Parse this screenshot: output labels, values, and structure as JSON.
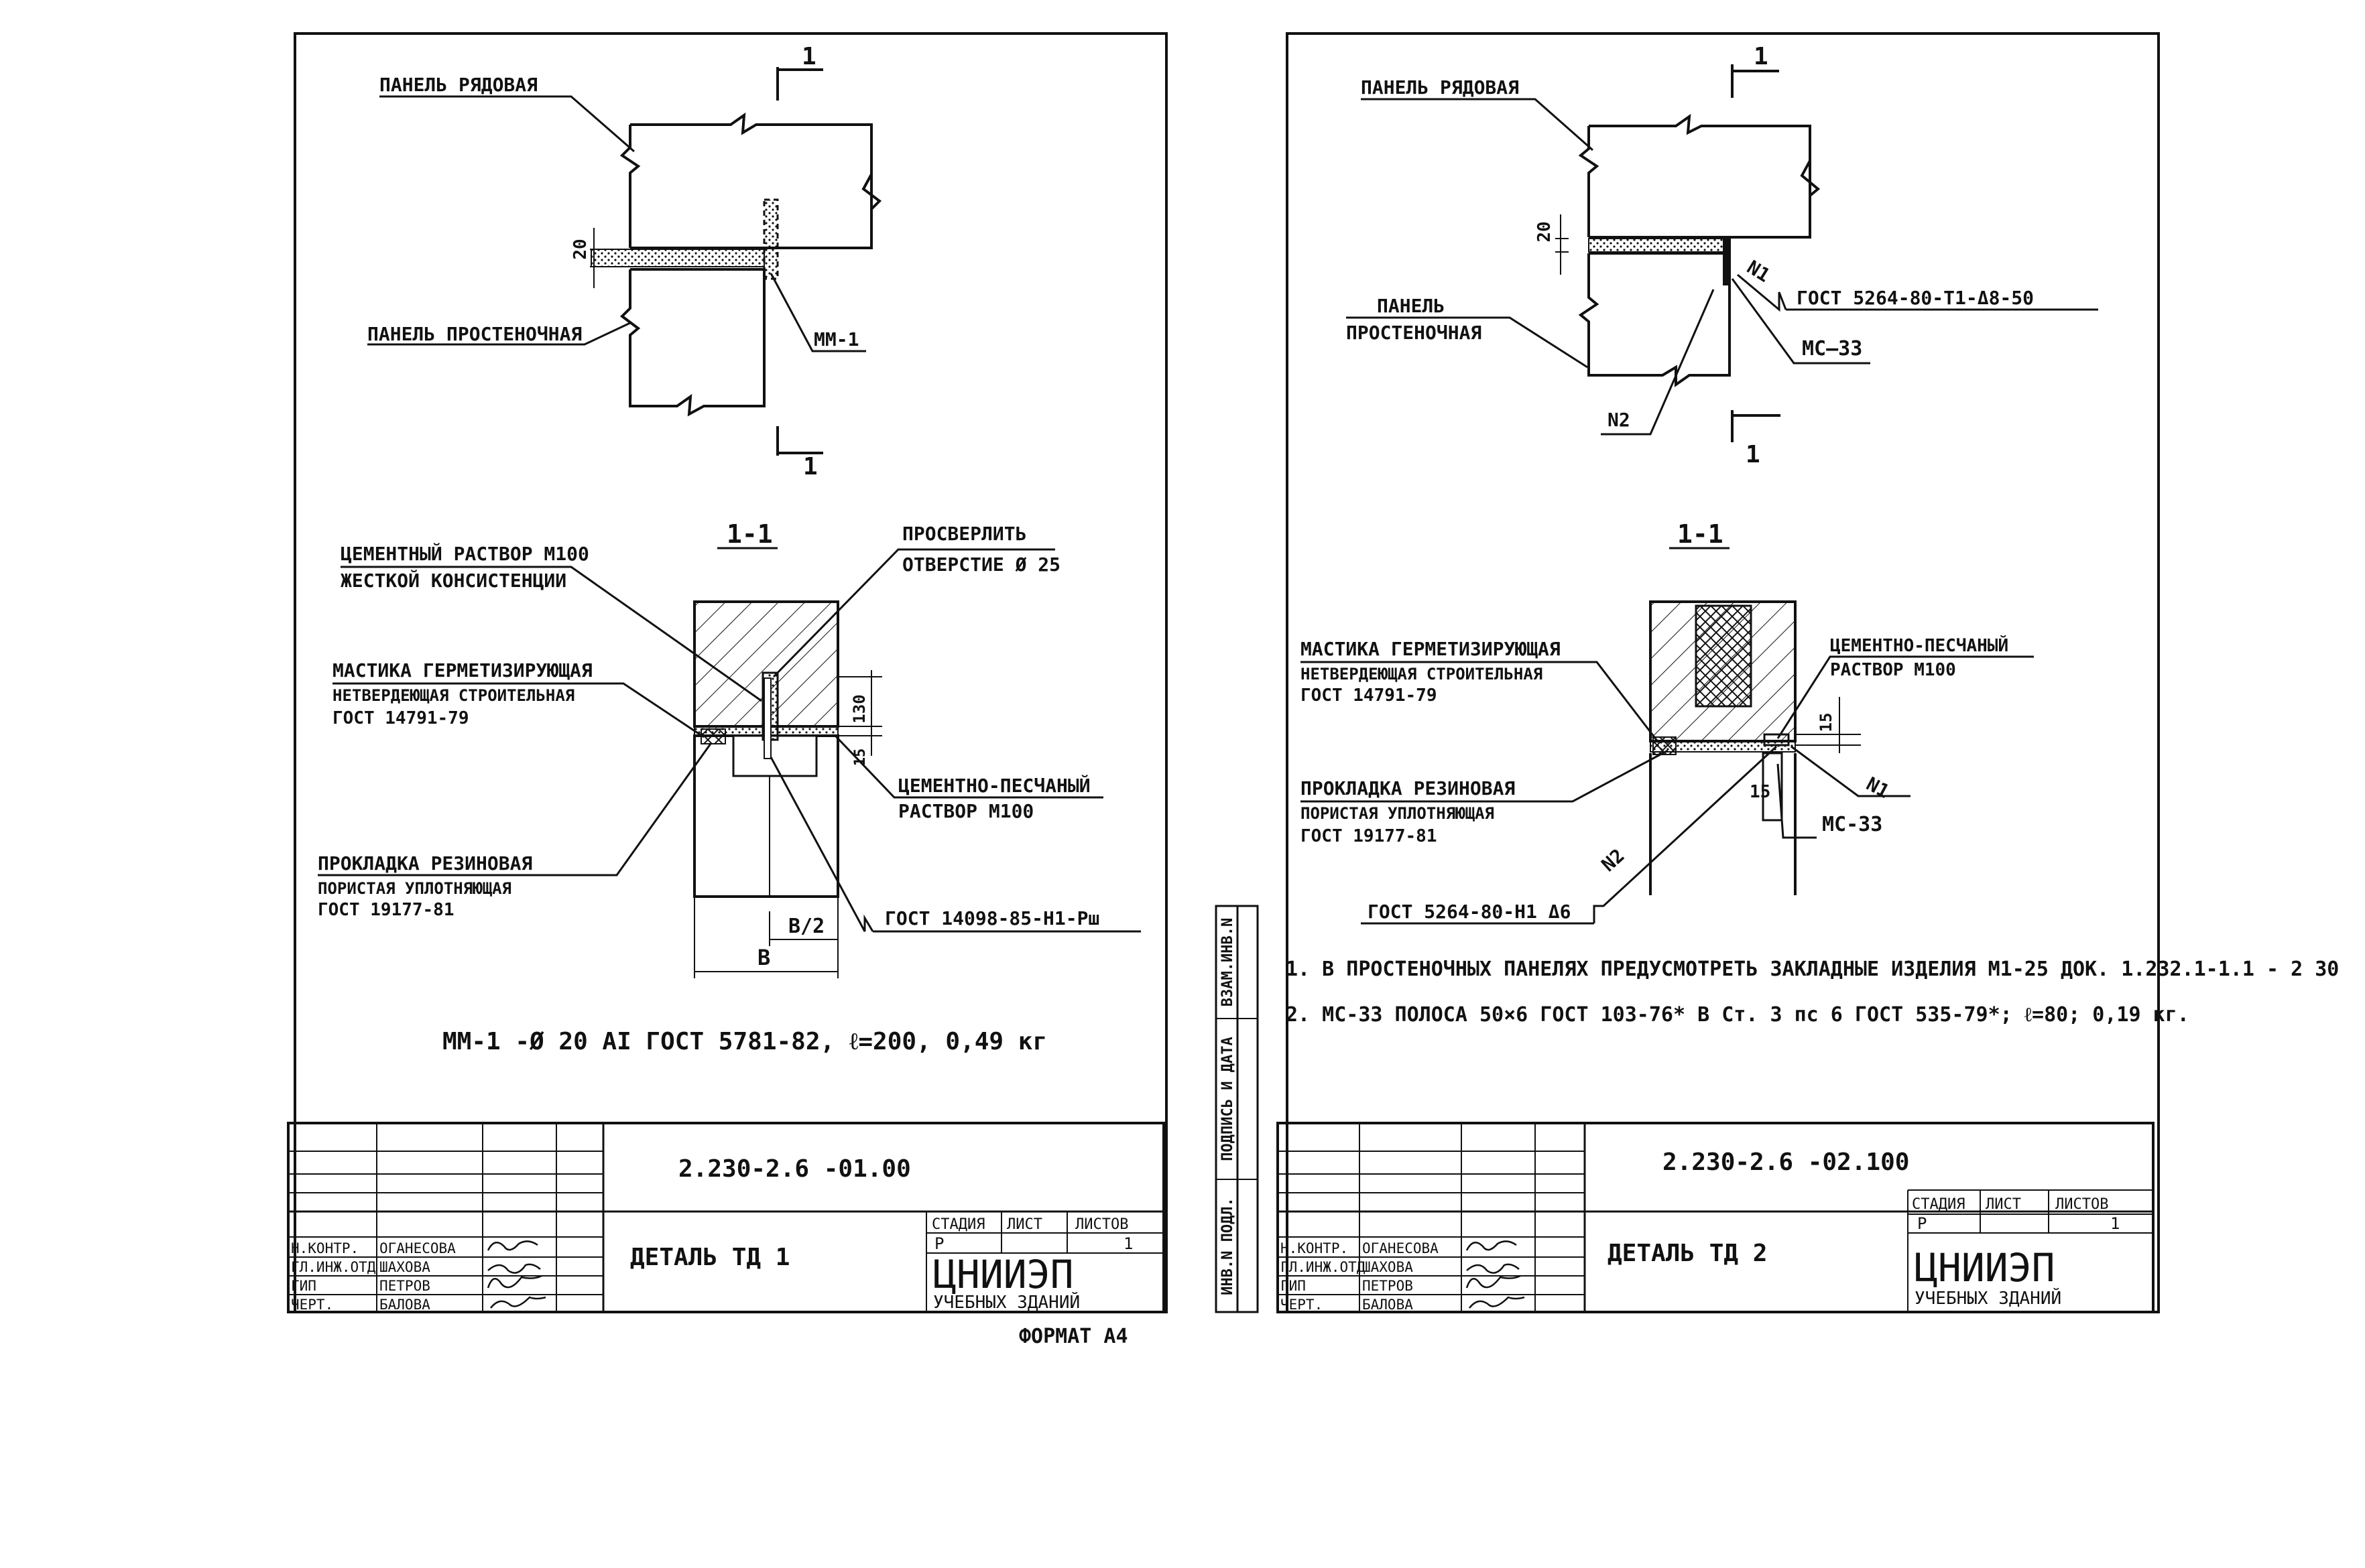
{
  "sheet1": {
    "labels": {
      "panel_row": "ПАНЕЛЬ РЯДОВАЯ",
      "panel_pier": "ПАНЕЛЬ ПРОСТЕНОЧНАЯ",
      "mm1": "ММ-1",
      "dim20": "20",
      "section_mark": "1",
      "section_title": "1-1",
      "cement_l1": "ЦЕМЕНТНЫЙ РАСТВОР М100",
      "cement_l2": "ЖЕСТКОЙ КОНСИСТЕНЦИИ",
      "drill_l1": "ПРОСВЕРЛИТЬ",
      "drill_l2": "ОТВЕРСТИЕ Ø 25",
      "mastic_l1": "МАСТИКА ГЕРМЕТИЗИРУЮЩАЯ",
      "mastic_l2": "НЕТВЕРДЕЮЩАЯ СТРОИТЕЛЬНАЯ",
      "mastic_l3": "ГОСТ 14791-79",
      "sand_l1": "ЦЕМЕНТНО-ПЕСЧАНЫЙ",
      "sand_l2": "РАСТВОР М100",
      "gasket_l1": "ПРОКЛАДКА РЕЗИНОВАЯ",
      "gasket_l2": "ПОРИСТАЯ УПЛОТНЯЮЩАЯ",
      "gasket_l3": "ГОСТ 19177-81",
      "gost_weld": "ГОСТ 14098-85-Н1-Рш",
      "dim130": "130",
      "dim15": "15",
      "dim_b2": "В/2",
      "dim_b": "В",
      "note": "ММ-1 -Ø 20 АI ГОСТ 5781-82,  ℓ=200, 0,49 кг"
    },
    "stamp": {
      "code": "2.230-2.6 -01.00",
      "title": "ДЕТАЛЬ ТД 1",
      "stage_h": "СТАДИЯ",
      "sheet_h": "ЛИСТ",
      "sheets_h": "ЛИСТОВ",
      "stage": "Р",
      "sheets": "1",
      "org": "ЦНИИЭП",
      "org_sub": "УЧЕБНЫХ ЗДАНИЙ",
      "rows": [
        {
          "role": "Н.КОНТР.",
          "name": "ОГАНЕСОВА"
        },
        {
          "role": "ГЛ.ИНЖ.ОТД",
          "name": "ШАХОВА"
        },
        {
          "role": "ГИП",
          "name": "ПЕТРОВ"
        },
        {
          "role": "ЧЕРТ.",
          "name": "БАЛОВА"
        }
      ],
      "format": "ФОРМАТ А4"
    }
  },
  "sheet2": {
    "labels": {
      "panel_row": "ПАНЕЛЬ РЯДОВАЯ",
      "panel_pier_l1": "ПАНЕЛЬ",
      "panel_pier_l2": "ПРОСТЕНОЧНАЯ",
      "dim20": "20",
      "n1": "N1",
      "n2": "N2",
      "gost_weld_t1": "ГОСТ 5264-80-Т1-Δ8-50",
      "mc33": "МС—33",
      "section_mark": "1",
      "section_title": "1-1",
      "mastic_l1": "МАСТИКА ГЕРМЕТИЗИРУЮЩАЯ",
      "mastic_l2": "НЕТВЕРДЕЮЩАЯ СТРОИТЕЛЬНАЯ",
      "mastic_l3": "ГОСТ 14791-79",
      "sand_l1": "ЦЕМЕНТНО-ПЕСЧАНЫЙ",
      "sand_l2": "РАСТВОР М100",
      "gasket_l1": "ПРОКЛАДКА РЕЗИНОВАЯ",
      "gasket_l2": "ПОРИСТАЯ УПЛОТНЯЮЩАЯ",
      "gasket_l3": "ГОСТ 19177-81",
      "dim15a": "15",
      "dim15b": "15",
      "mc33_b": "МС-33",
      "gost_weld_h1": "ГОСТ 5264-80-Н1 Δ6",
      "note1": "1. В ПРОСТЕНОЧНЫХ ПАНЕЛЯХ ПРЕДУСМОТРЕТЬ ЗАКЛАДНЫЕ ИЗДЕЛИЯ М1-25 ДОК. 1.232.1-1.1 - 2 30",
      "note2": "2. МС-33 ПОЛОСА 50×6 ГОСТ 103-76* В Ст. 3 пс 6 ГОСТ 535-79*; ℓ=80; 0,19 кг."
    },
    "side_cols": [
      "ВЗАМ.ИНВ.N",
      "ПОДПИСЬ И ДАТА",
      "ИНВ.N ПОДЛ."
    ],
    "stamp": {
      "code": "2.230-2.6 -02.100",
      "title": "ДЕТАЛЬ ТД 2",
      "stage_h": "СТАДИЯ",
      "sheet_h": "ЛИСТ",
      "sheets_h": "ЛИСТОВ",
      "stage": "Р",
      "sheets": "1",
      "org": "ЦНИИЭП",
      "org_sub": "УЧЕБНЫХ ЗДАНИЙ",
      "rows": [
        {
          "role": "Н.КОНТР.",
          "name": "ОГАНЕСОВА"
        },
        {
          "role": "ГЛ.ИНЖ.ОТД",
          "name": "ШАХОВА"
        },
        {
          "role": "ГИП",
          "name": "ПЕТРОВ"
        },
        {
          "role": "ЧЕРТ.",
          "name": "БАЛОВА"
        }
      ]
    }
  }
}
